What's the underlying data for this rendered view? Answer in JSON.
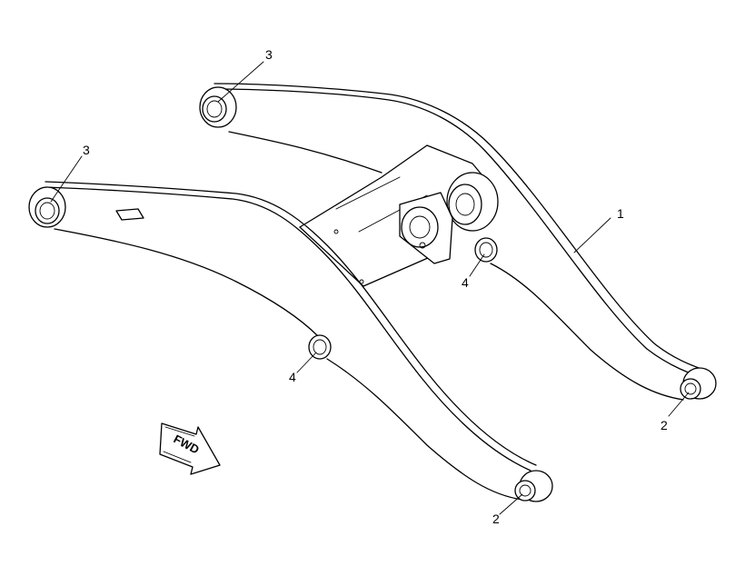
{
  "callouts": {
    "c1": "1",
    "c2a": "2",
    "c2b": "2",
    "c3a": "3",
    "c3b": "3",
    "c4a": "4",
    "c4b": "4"
  },
  "fwd_label": "FWD"
}
